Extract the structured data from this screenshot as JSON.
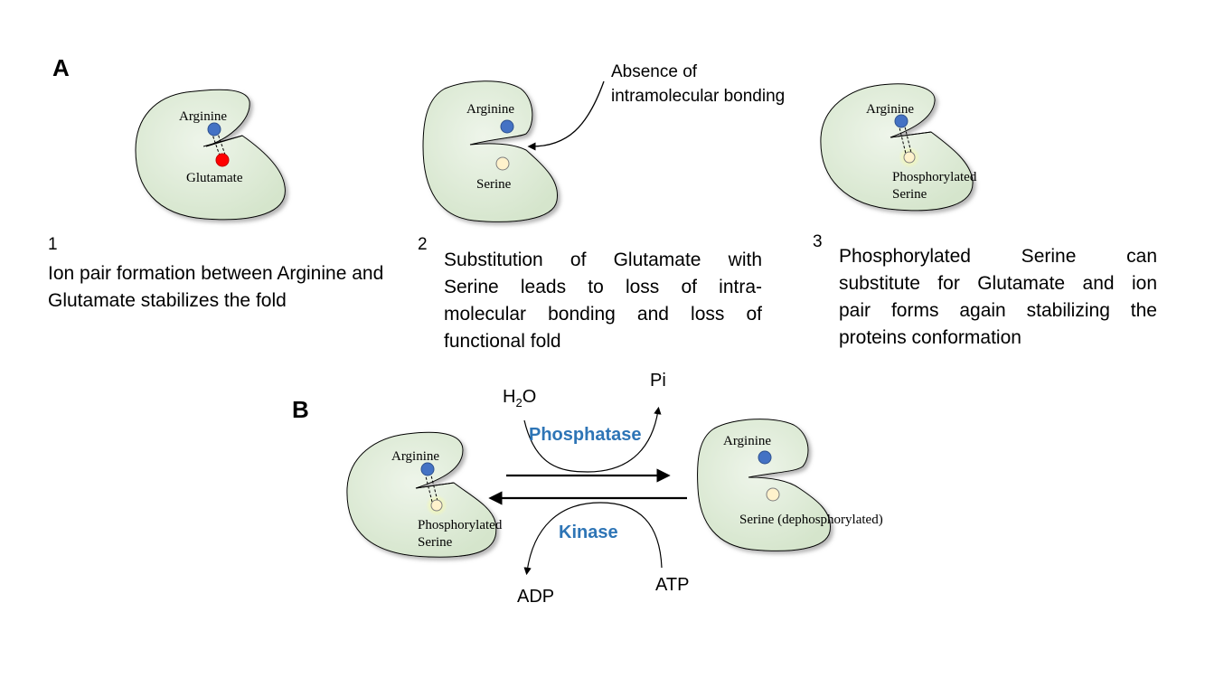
{
  "panel_a": {
    "label": "A",
    "state1": {
      "number": "1",
      "arginine": "Arginine",
      "partner": "Glutamate",
      "caption": "Ion pair formation between Arginine and Glutamate stabilizes the fold"
    },
    "state2": {
      "number": "2",
      "arginine": "Arginine",
      "partner": "Serine",
      "caption_lines": [
        "Substitution of Glutamate with",
        "Serine leads to loss of intra-",
        "molecular bonding and loss of",
        "functional fold"
      ],
      "annotation_lines": [
        "Absence of",
        "intramolecular bonding"
      ]
    },
    "state3": {
      "number": "3",
      "arginine": "Arginine",
      "partner_lines": [
        "Phosphorylated",
        "Serine"
      ],
      "caption_lines": [
        "Phosphorylated Serine can",
        "substitute for Glutamate and ion",
        "pair forms again stabilizing the",
        "proteins conformation"
      ]
    }
  },
  "panel_b": {
    "label": "B",
    "left": {
      "arginine": "Arginine",
      "partner_lines": [
        "Phosphorylated",
        "Serine"
      ]
    },
    "right": {
      "arginine": "Arginine",
      "partner": "Serine (dephosphorylated)"
    },
    "phosphatase": {
      "enzyme": "Phosphatase",
      "input_base": "H",
      "input_sub": "2",
      "input_tail": "O",
      "output": "Pi"
    },
    "kinase": {
      "enzyme": "Kinase",
      "input": "ATP",
      "output": "ADP"
    }
  },
  "colors": {
    "protein_fill": "#dbe8d3",
    "protein_outline": "#000000",
    "arginine": "#4472c4",
    "glutamate": "#ff0000",
    "serine": "#fff2cc",
    "phospho_glow": "#ffff66",
    "enzyme_text": "#2e75b6"
  }
}
